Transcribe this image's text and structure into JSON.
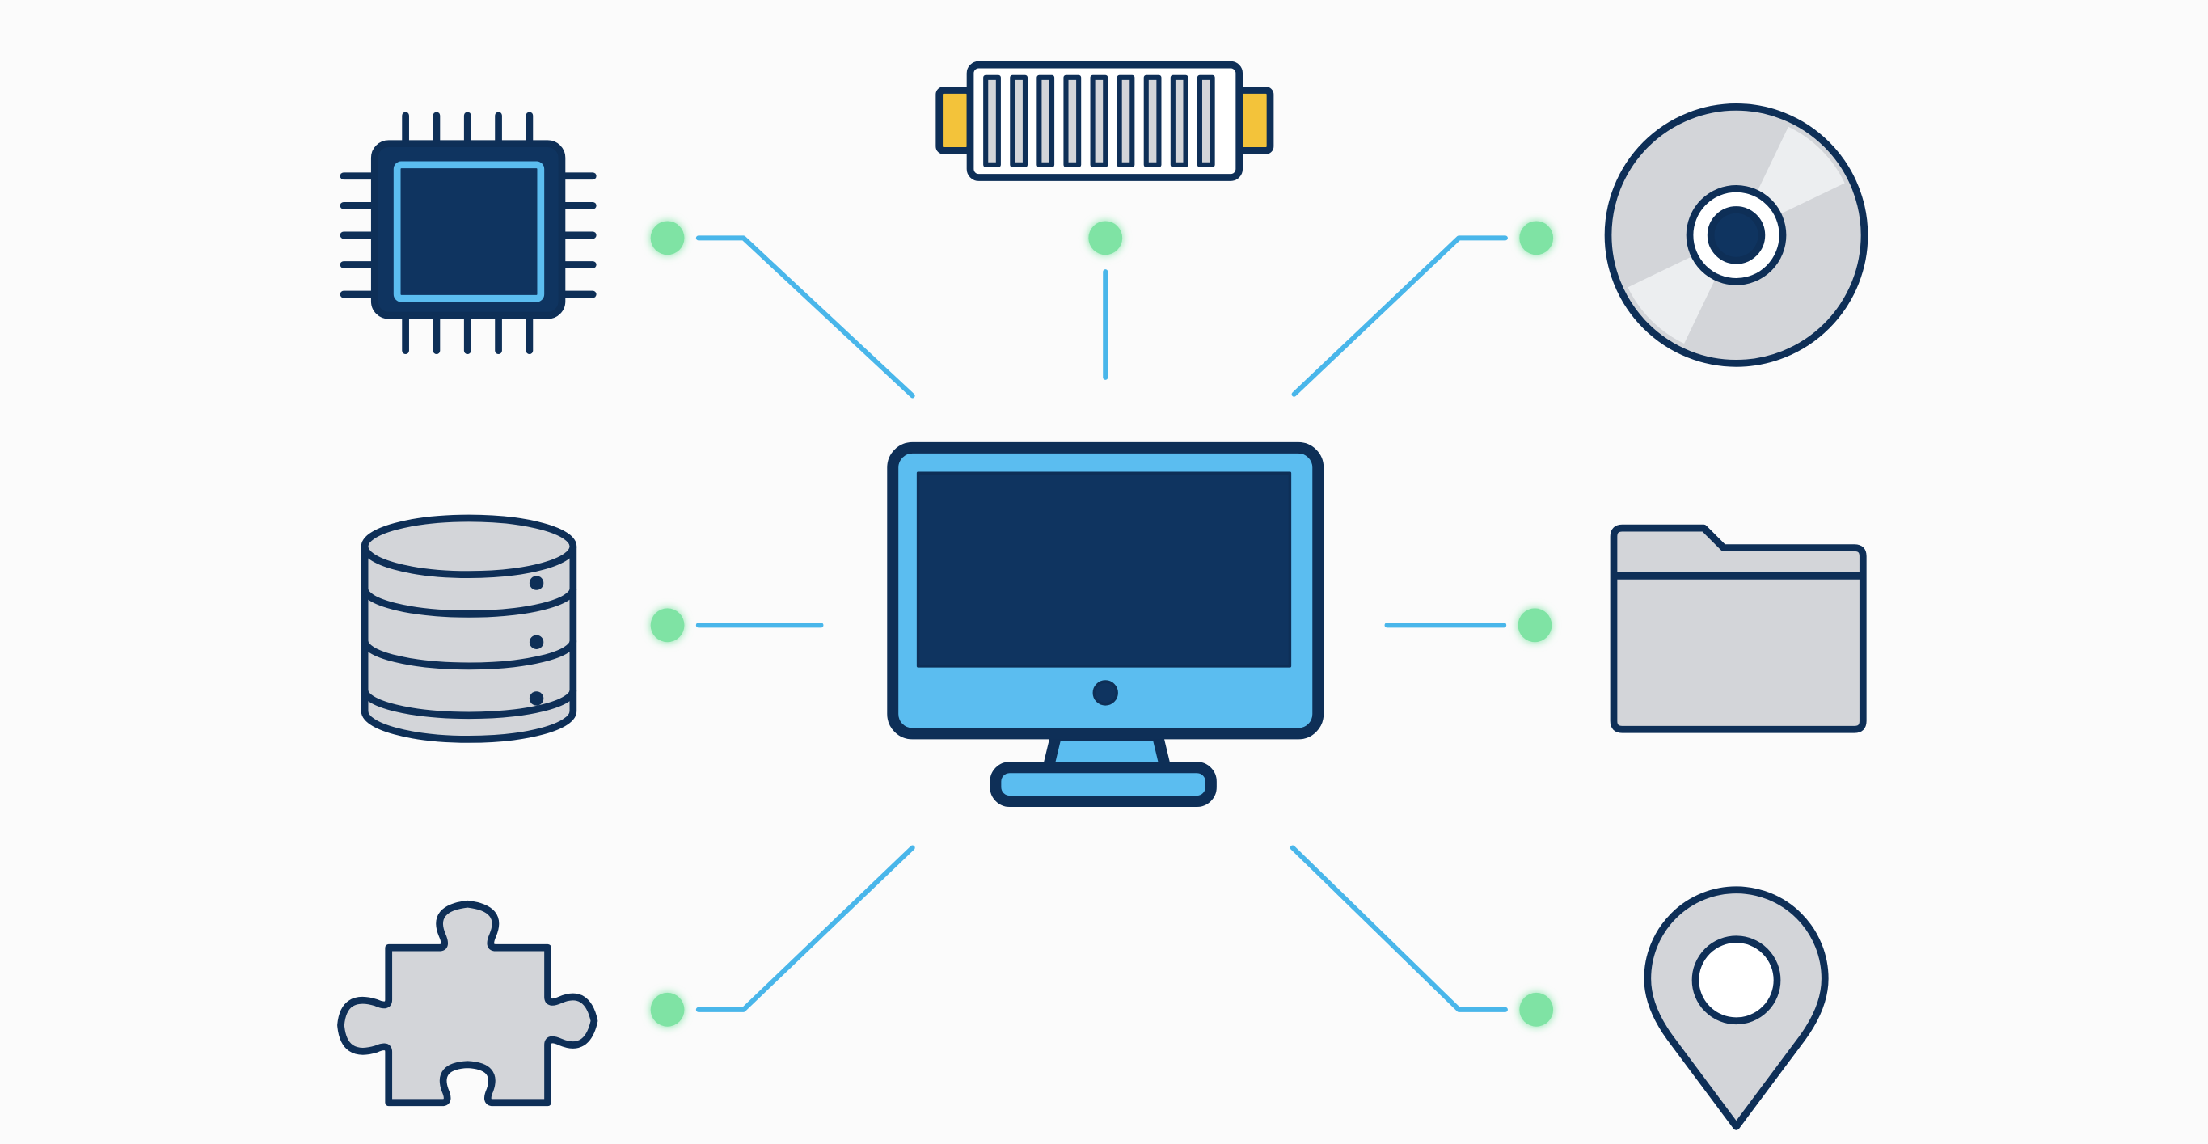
{
  "diagram": {
    "center_node": {
      "icon": "desktop-monitor-icon"
    },
    "peripheral_nodes": [
      {
        "icon": "cpu-chip-icon",
        "position": "top-left"
      },
      {
        "icon": "memory-module-icon",
        "position": "top"
      },
      {
        "icon": "optical-disc-icon",
        "position": "top-right"
      },
      {
        "icon": "database-icon",
        "position": "left"
      },
      {
        "icon": "folder-icon",
        "position": "right"
      },
      {
        "icon": "puzzle-piece-icon",
        "position": "bottom-left"
      },
      {
        "icon": "location-pin-icon",
        "position": "bottom-right"
      }
    ],
    "colors": {
      "outline": "#0e2f57",
      "screen": "#0f3460",
      "accent_blue": "#5bbdf0",
      "connector": "#49b6ea",
      "node_dot": "#7fe3a4",
      "icon_gray": "#d3d5d9",
      "terminal_yellow": "#f3c33a",
      "background": "#fbfbfb"
    }
  }
}
